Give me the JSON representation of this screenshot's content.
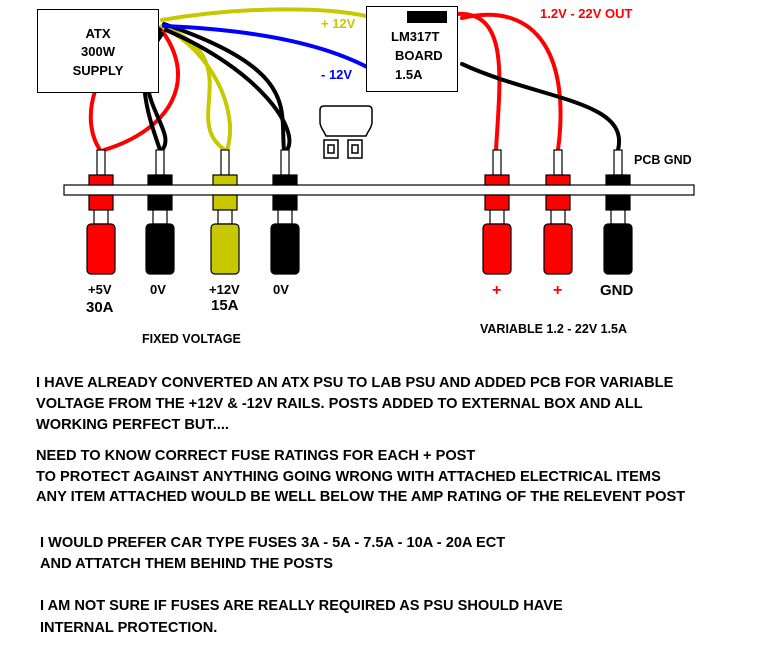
{
  "atx_box": {
    "line1": "ATX",
    "line2": "300W",
    "line3": "SUPPLY"
  },
  "lm317_box": {
    "line1": "LM317T",
    "line2": "BOARD",
    "line3": "1.5A"
  },
  "wire_labels": {
    "plus12": "+ 12V",
    "minus12": "- 12V",
    "out": "1.2V - 22V OUT",
    "pcb_gnd": "PCB GND"
  },
  "posts": {
    "p5": "+5V",
    "p5_amp": "30A",
    "p0a": "0V",
    "p12": "+12V",
    "p12_amp": "15A",
    "p0b": "0V",
    "v1": "+",
    "v2": "+",
    "gnd": "GND"
  },
  "section_labels": {
    "fixed": "FIXED VOLTAGE",
    "variable": "VARIABLE 1.2 - 22V 1.5A"
  },
  "text_block": [
    "I HAVE ALREADY CONVERTED AN ATX PSU TO LAB PSU AND ADDED PCB FOR VARIABLE",
    "VOLTAGE FROM THE +12V & -12V RAILS. POSTS ADDED TO EXTERNAL BOX AND ALL",
    "WORKING PERFECT BUT....",
    "NEED TO KNOW CORRECT FUSE RATINGS FOR EACH  + POST",
    "TO PROTECT AGAINST ANYTHING GOING WRONG WITH ATTACHED ELECTRICAL ITEMS",
    "ANY ITEM ATTACHED WOULD BE WELL BELOW THE AMP RATING OF THE RELEVENT POST",
    "I WOULD PREFER CAR TYPE FUSES 3A - 5A - 7.5A - 10A - 20A ECT",
    "AND ATTATCH THEM BEHIND THE POSTS",
    "I AM NOT SURE IF FUSES ARE REALLY REQUIRED AS PSU SHOULD HAVE",
    "INTERNAL PROTECTION."
  ],
  "colors": {
    "red": "#ff0000",
    "black": "#000000",
    "yellow": "#c8c800",
    "blue": "#0000ff",
    "yellow_label": "#c8c800",
    "red_label": "#ff0000"
  }
}
